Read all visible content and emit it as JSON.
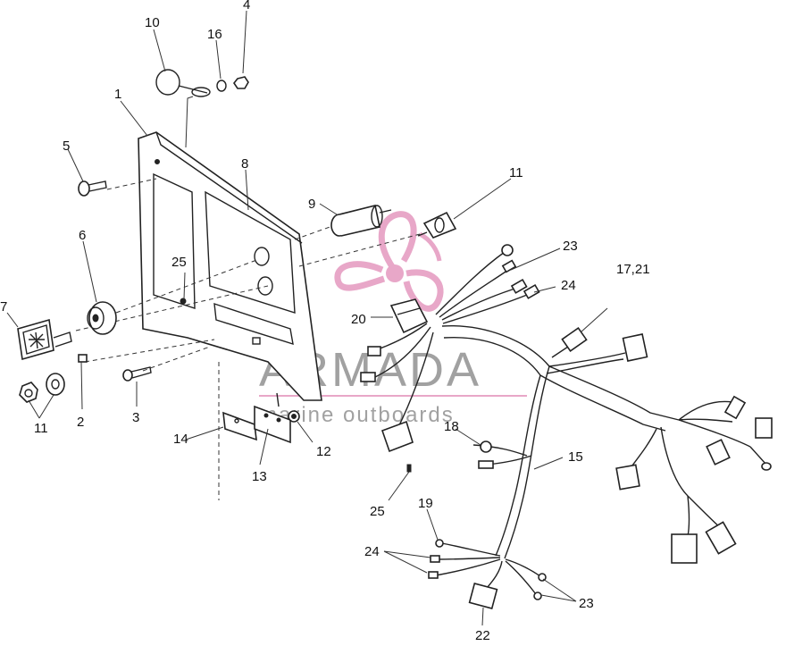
{
  "callouts": {
    "c1": "1",
    "c2": "2",
    "c3": "3",
    "c4": "4",
    "c5": "5",
    "c6": "6",
    "c7": "7",
    "c8": "8",
    "c9": "9",
    "c10": "10",
    "c11_top": "11",
    "c11_left": "11",
    "c12": "12",
    "c13": "13",
    "c14": "14",
    "c15": "15",
    "c16": "16",
    "c17_21": "17,21",
    "c18": "18",
    "c19": "19",
    "c20": "20",
    "c22": "22",
    "c23_top": "23",
    "c23_bottom": "23",
    "c24_top": "24",
    "c24_bottom": "24",
    "c25_plate": "25",
    "c25_low": "25"
  },
  "watermark": {
    "brand": "ARMADA",
    "tagline": "marine outboards",
    "color": "#e8a7c8"
  }
}
